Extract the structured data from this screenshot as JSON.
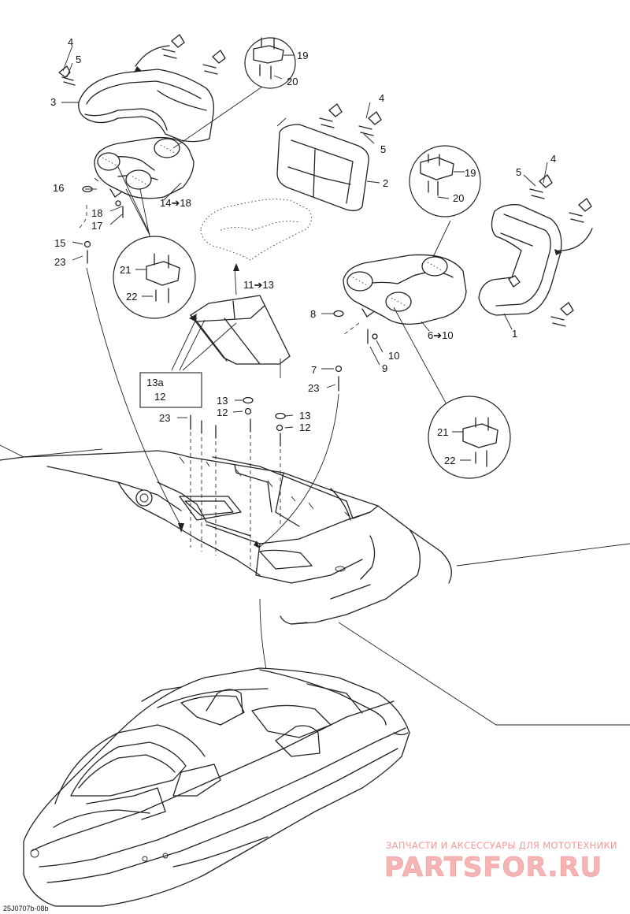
{
  "diagram": {
    "labels": {
      "l4a": "4",
      "l5a": "5",
      "l3": "3",
      "l19a": "19",
      "l20a": "20",
      "l4b": "4",
      "l5b": "5",
      "l2": "2",
      "l16": "16",
      "l14_18": "14➔18",
      "l18": "18",
      "l17": "17",
      "l15": "15",
      "l23a": "23",
      "l21a": "21",
      "l22a": "22",
      "l11_13": "11➔13",
      "l19b": "19",
      "l20b": "20",
      "l5c": "5",
      "l4c": "4",
      "l8": "8",
      "l10": "10",
      "l9": "9",
      "l6_10": "6➔10",
      "l1": "1",
      "l7": "7",
      "l23b": "23",
      "l13a": "13a",
      "l12a": "12",
      "l13b": "13",
      "l12b": "12",
      "l23c": "23",
      "l13c": "13",
      "l12c": "12",
      "l21b": "21",
      "l22b": "22"
    },
    "drawing_code": "25J0707b-08b"
  },
  "watermark": {
    "tagline": "ЗАПЧАСТИ И АКСЕССУАРЫ ДЛЯ МОТОТЕХНИКИ",
    "brand": "PARTSFOR.RU"
  }
}
